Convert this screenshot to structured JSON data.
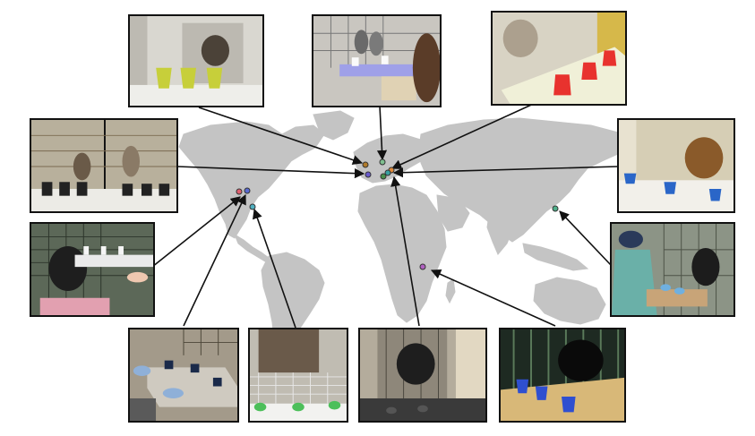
{
  "figure": {
    "background": "#ffffff",
    "land_color": "#c4c4c4",
    "arrow_color": "#111111",
    "frame_color": "#111111"
  },
  "sites": [
    {
      "id": "site-europe-1",
      "color": "#b07a2a"
    },
    {
      "id": "site-europe-2",
      "color": "#7fbf8f"
    },
    {
      "id": "site-europe-3",
      "color": "#6a5acd"
    },
    {
      "id": "site-europe-4",
      "color": "#e08a3a"
    },
    {
      "id": "site-europe-5",
      "color": "#4a8f4a"
    },
    {
      "id": "site-europe-6",
      "color": "#3aa0a0"
    },
    {
      "id": "site-usa-1",
      "color": "#e06070"
    },
    {
      "id": "site-usa-2",
      "color": "#5a6ad0"
    },
    {
      "id": "site-usa-3",
      "color": "#4fb0c0"
    },
    {
      "id": "site-japan",
      "color": "#4fb08a"
    },
    {
      "id": "site-east-africa",
      "color": "#b060c0"
    }
  ],
  "photos": [
    {
      "id": "photo-yellow-cups",
      "subject": "primate-behind-glass",
      "cup_color": "#c7cf3a"
    },
    {
      "id": "photo-lemurs",
      "subject": "lemurs-on-table",
      "cup_color": "#ffffff"
    },
    {
      "id": "photo-red-cups",
      "subject": "primate-behind-glass",
      "cup_color": "#e8322e"
    },
    {
      "id": "photo-monkeys-pair",
      "subject": "monkeys-in-cage",
      "cup_color": "#222222"
    },
    {
      "id": "photo-orangutan",
      "subject": "orangutan-behind-glass",
      "cup_color": "#2a66c8"
    },
    {
      "id": "photo-chimp-white-cups",
      "subject": "chimp-in-cage",
      "cup_color": "#f2f2f2"
    },
    {
      "id": "photo-japan-experimenter",
      "subject": "chimp-with-experimenter",
      "cup_color": "#6fb0e0"
    },
    {
      "id": "photo-gloved-hands",
      "subject": "experimenter-hands",
      "cup_color": "#1a2a4a"
    },
    {
      "id": "photo-green-cups",
      "subject": "primate-in-cage",
      "cup_color": "#4cbf5a"
    },
    {
      "id": "photo-gorilla",
      "subject": "gorilla-in-enclosure",
      "cup_color": "#333333"
    },
    {
      "id": "photo-blue-cups-chimp",
      "subject": "chimp-in-cage",
      "cup_color": "#2f4fd0"
    }
  ]
}
